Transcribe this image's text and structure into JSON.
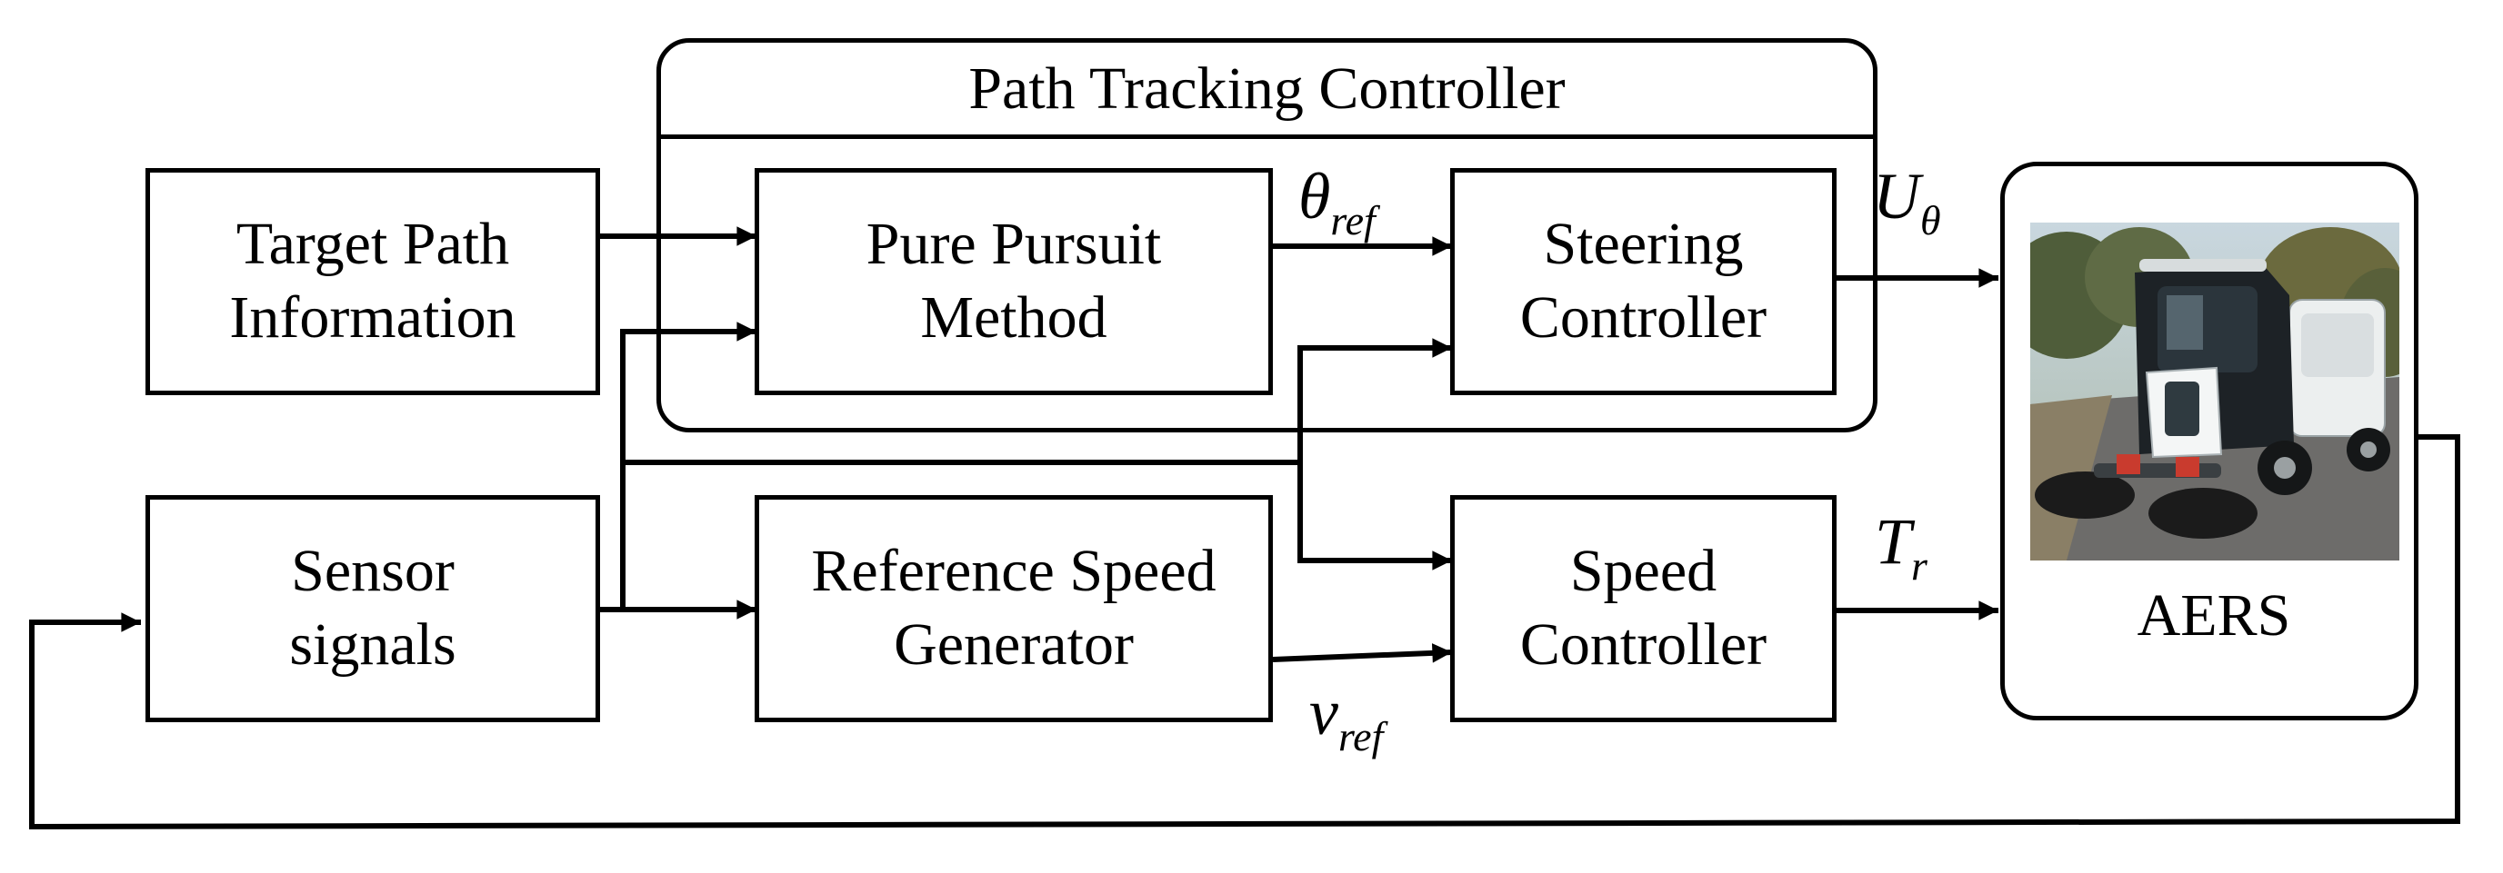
{
  "group": {
    "title": "Path Tracking Controller"
  },
  "blocks": {
    "target_path": "Target Path\nInformation",
    "sensor": "Sensor\nsignals",
    "pure_pursuit": "Pure Pursuit\nMethod",
    "ref_speed": "Reference Speed\nGenerator",
    "steering": "Steering\nController",
    "speed": "Speed\nController",
    "plant": "AERS"
  },
  "signals": {
    "theta_ref": {
      "symbol": "θ",
      "subscript": "ref"
    },
    "v_ref": {
      "symbol": "v",
      "subscript": "ref"
    },
    "u_theta": {
      "symbol": "U",
      "subscript": "θ"
    },
    "t_r": {
      "symbol": "T",
      "subscript": "r"
    }
  },
  "colors": {
    "line": "#000000"
  }
}
